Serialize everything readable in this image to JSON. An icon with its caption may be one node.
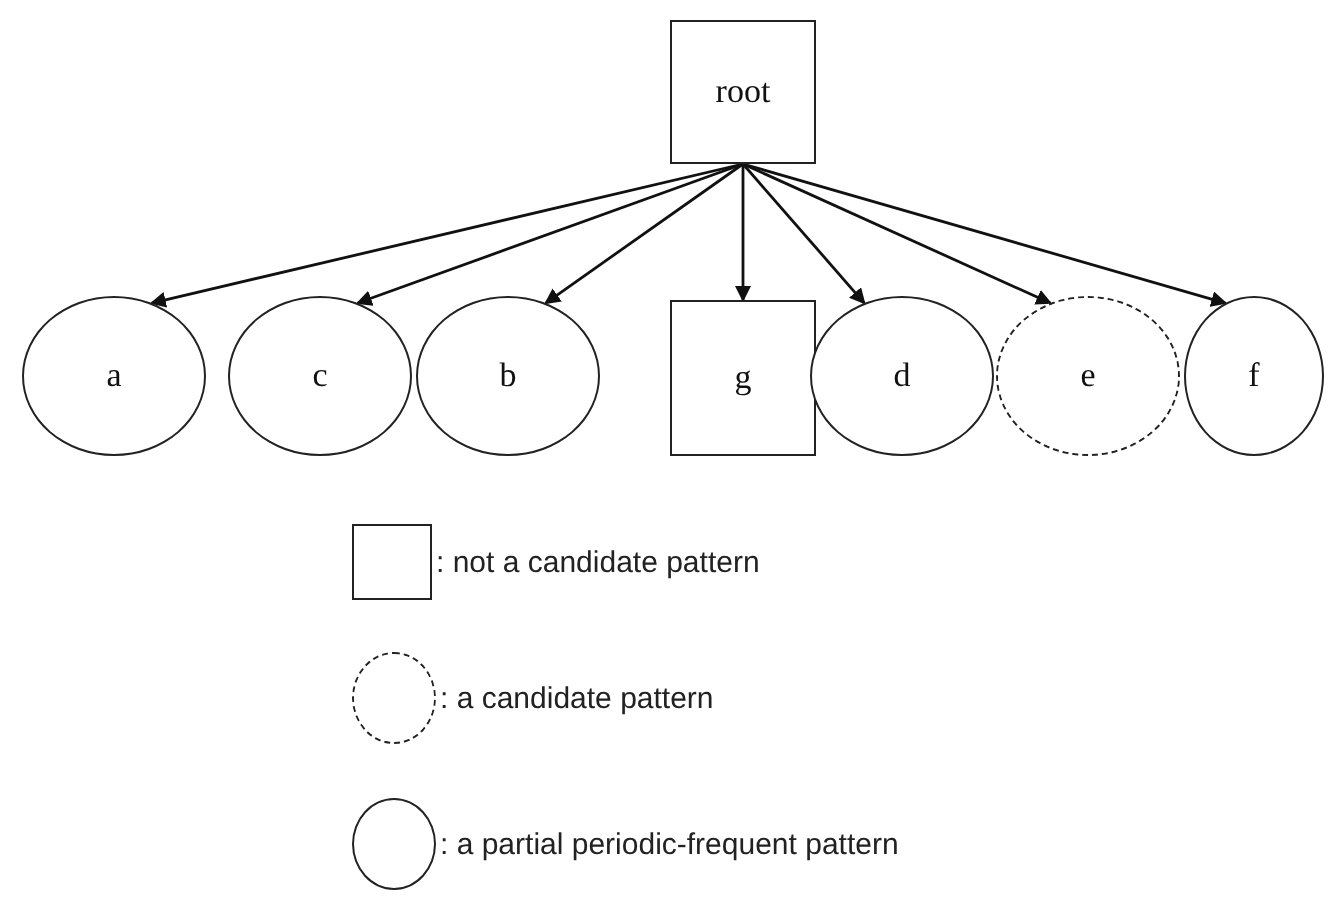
{
  "diagram": {
    "nodes": [
      {
        "text": [
          "root"
        ]
      },
      {
        "text": [
          "a"
        ]
      },
      {
        "text": [
          "c"
        ]
      },
      {
        "text": [
          "b"
        ]
      },
      {
        "text": [
          "g"
        ]
      },
      {
        "text": [
          "d"
        ]
      },
      {
        "text": [
          "e"
        ]
      },
      {
        "text": [
          "f"
        ]
      }
    ],
    "edges": [
      {
        "from": 0,
        "to": 1,
        "arrow": "to"
      },
      {
        "from": 0,
        "to": 2,
        "arrow": "to"
      },
      {
        "from": 0,
        "to": 3,
        "arrow": "to"
      },
      {
        "from": 0,
        "to": 4,
        "arrow": "to"
      },
      {
        "from": 0,
        "to": 5,
        "arrow": "to"
      },
      {
        "from": 0,
        "to": 6,
        "arrow": "to"
      },
      {
        "from": 0,
        "to": 7,
        "arrow": "to"
      }
    ],
    "legend": [
      {
        "text": ": not a candidate pattern"
      },
      {
        "text": ": a candidate pattern"
      },
      {
        "text": ": a partial periodic-frequent pattern"
      }
    ]
  }
}
